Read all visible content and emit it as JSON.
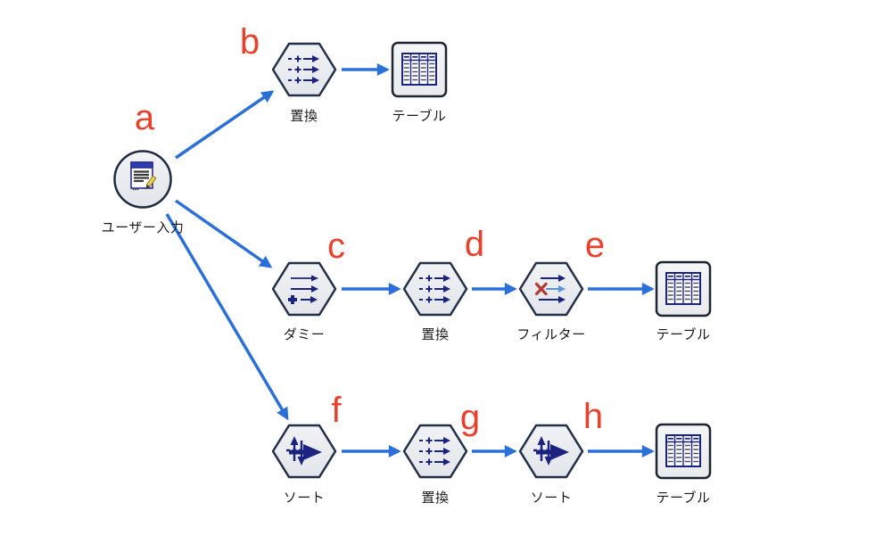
{
  "canvas": {
    "background": "#FFFFFF"
  },
  "colors": {
    "connector_blue": "#2B70D8",
    "marker_red": "#E8412C",
    "node_border_navy": "#23304A",
    "icon_navy": "#1B2280",
    "filter_x_red": "#B43B32",
    "filter_arrow_lightblue": "#5A94D8",
    "node_fill_gray": "#EDEFF2",
    "label_black": "#1A1A1A"
  },
  "nodes": [
    {
      "id": "a",
      "marker": "a",
      "label": "ユーザー入力",
      "type": "user-input-source"
    },
    {
      "id": "b",
      "marker": "b",
      "label": "置換",
      "type": "filler"
    },
    {
      "id": "t1",
      "marker": "",
      "label": "テーブル",
      "type": "table-output"
    },
    {
      "id": "c",
      "marker": "c",
      "label": "ダミー",
      "type": "dummy"
    },
    {
      "id": "d",
      "marker": "d",
      "label": "置換",
      "type": "filler"
    },
    {
      "id": "e",
      "marker": "e",
      "label": "フィルター",
      "type": "filter"
    },
    {
      "id": "t2",
      "marker": "",
      "label": "テーブル",
      "type": "table-output"
    },
    {
      "id": "f",
      "marker": "f",
      "label": "ソート",
      "type": "sort"
    },
    {
      "id": "g",
      "marker": "g",
      "label": "置換",
      "type": "filler"
    },
    {
      "id": "h",
      "marker": "h",
      "label": "ソート",
      "type": "sort"
    },
    {
      "id": "t3",
      "marker": "",
      "label": "テーブル",
      "type": "table-output"
    }
  ],
  "connections": [
    {
      "from": "a",
      "to": "b"
    },
    {
      "from": "b",
      "to": "t1"
    },
    {
      "from": "a",
      "to": "c"
    },
    {
      "from": "a",
      "to": "f"
    },
    {
      "from": "c",
      "to": "d"
    },
    {
      "from": "d",
      "to": "e"
    },
    {
      "from": "e",
      "to": "t2"
    },
    {
      "from": "f",
      "to": "g"
    },
    {
      "from": "g",
      "to": "h"
    },
    {
      "from": "h",
      "to": "t3"
    }
  ]
}
